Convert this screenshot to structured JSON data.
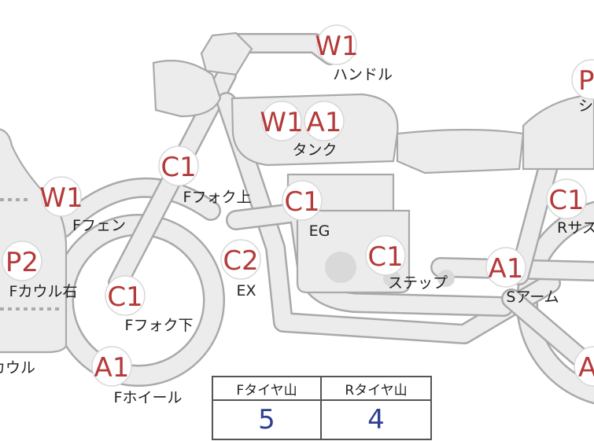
{
  "parts": {
    "handle": {
      "name": "ハンドル",
      "grades": [
        "W1"
      ]
    },
    "tank": {
      "name": "タンク",
      "grades": [
        "W1",
        "A1"
      ]
    },
    "f_fork_top": {
      "name": "Fフォク上",
      "grades": [
        "C1"
      ]
    },
    "f_fender": {
      "name": "Fフェン",
      "grades": [
        "W1"
      ]
    },
    "eg": {
      "name": "EG",
      "grades": [
        "C1"
      ]
    },
    "ex": {
      "name": "EX",
      "grades": [
        "C2"
      ]
    },
    "step": {
      "name": "ステップ",
      "grades": [
        "C1"
      ]
    },
    "f_cowl_r": {
      "name": "Fカウル右",
      "grades": [
        "P2"
      ]
    },
    "f_fork_bot": {
      "name": "Fフォク下",
      "grades": [
        "C1"
      ]
    },
    "f_wheel": {
      "name": "Fホイール",
      "grades": [
        "A1"
      ]
    },
    "cowl_cut": {
      "name": "カウル"
    },
    "s_arm": {
      "name": "Sアーム",
      "grades": [
        "A1"
      ]
    },
    "r_sus_cut": {
      "name": "Rサス",
      "grades": [
        "C1"
      ]
    },
    "seat_cut": {
      "name": "シ",
      "grades": [
        "P"
      ]
    },
    "rear_cut": {
      "grades": [
        "A"
      ]
    }
  },
  "tire_table": {
    "headers": [
      "Fタイヤ山",
      "Rタイヤ山"
    ],
    "values": [
      "5",
      "4"
    ]
  }
}
